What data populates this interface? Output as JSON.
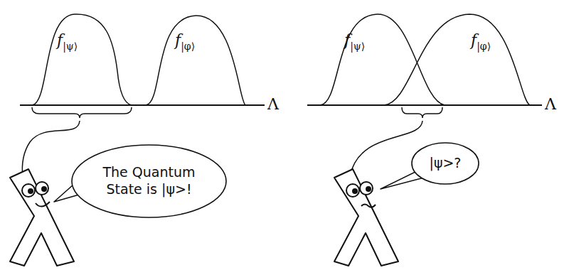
{
  "diagram": {
    "nodes": [
      {
        "text": [
          "The Quantum State is |ψ>!"
        ]
      },
      {
        "text": [
          "|ψ>?"
        ]
      }
    ],
    "labels": [
      "f|ψ⟩",
      "f|φ⟩",
      "Λ",
      "f|ψ⟩",
      "f|φ⟩",
      "Λ"
    ]
  }
}
